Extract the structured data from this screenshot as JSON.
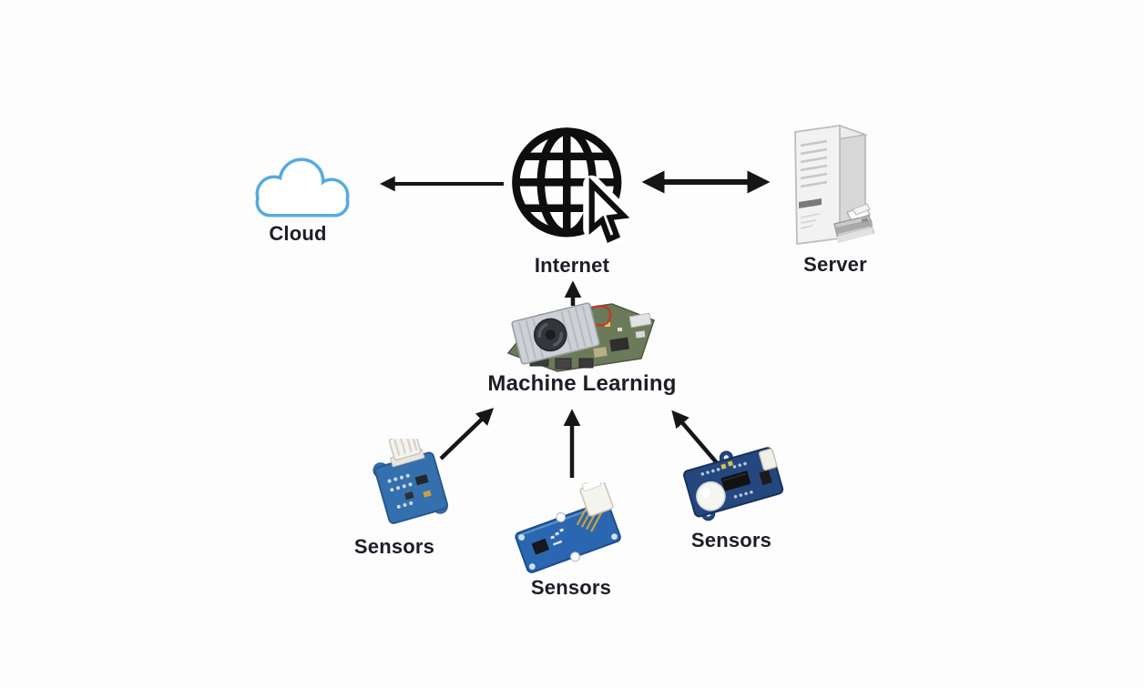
{
  "diagram": {
    "description": "IoT architecture diagram: sensors feed a machine-learning edge board, which connects through the internet to cloud and server",
    "nodes": {
      "cloud": {
        "label": "Cloud",
        "icon": "cloud-icon"
      },
      "internet": {
        "label": "Internet",
        "icon": "globe-cursor-icon"
      },
      "server": {
        "label": "Server",
        "icon": "server-tower-printer-icon"
      },
      "machine_learning": {
        "label": "Machine Learning",
        "icon": "sbc-board-image"
      },
      "sensor_left": {
        "label": "Sensors",
        "icon": "grove-sensor-module-image"
      },
      "sensor_center": {
        "label": "Sensors",
        "icon": "grove-sensor-module-image"
      },
      "sensor_right": {
        "label": "Sensors",
        "icon": "pir-sensor-module-image"
      }
    },
    "edges": [
      {
        "from": "internet",
        "to": "cloud",
        "arrows": "single"
      },
      {
        "from": "internet",
        "to": "server",
        "arrows": "double"
      },
      {
        "from": "machine_learning",
        "to": "internet",
        "arrows": "single"
      },
      {
        "from": "sensor_left",
        "to": "machine_learning",
        "arrows": "single"
      },
      {
        "from": "sensor_center",
        "to": "machine_learning",
        "arrows": "single"
      },
      {
        "from": "sensor_right",
        "to": "machine_learning",
        "arrows": "single"
      }
    ],
    "colors": {
      "background": "#fdfdfd",
      "label_text": "#1d1d28",
      "arrow": "#161616",
      "cloud_outline": "#57abdf",
      "globe_stroke": "#0e0e0e",
      "server_gray": "#f1f1f1",
      "board_blue": "#2b67b0",
      "board_navy": "#24477f",
      "pcb_green": "#6b7a58"
    }
  }
}
